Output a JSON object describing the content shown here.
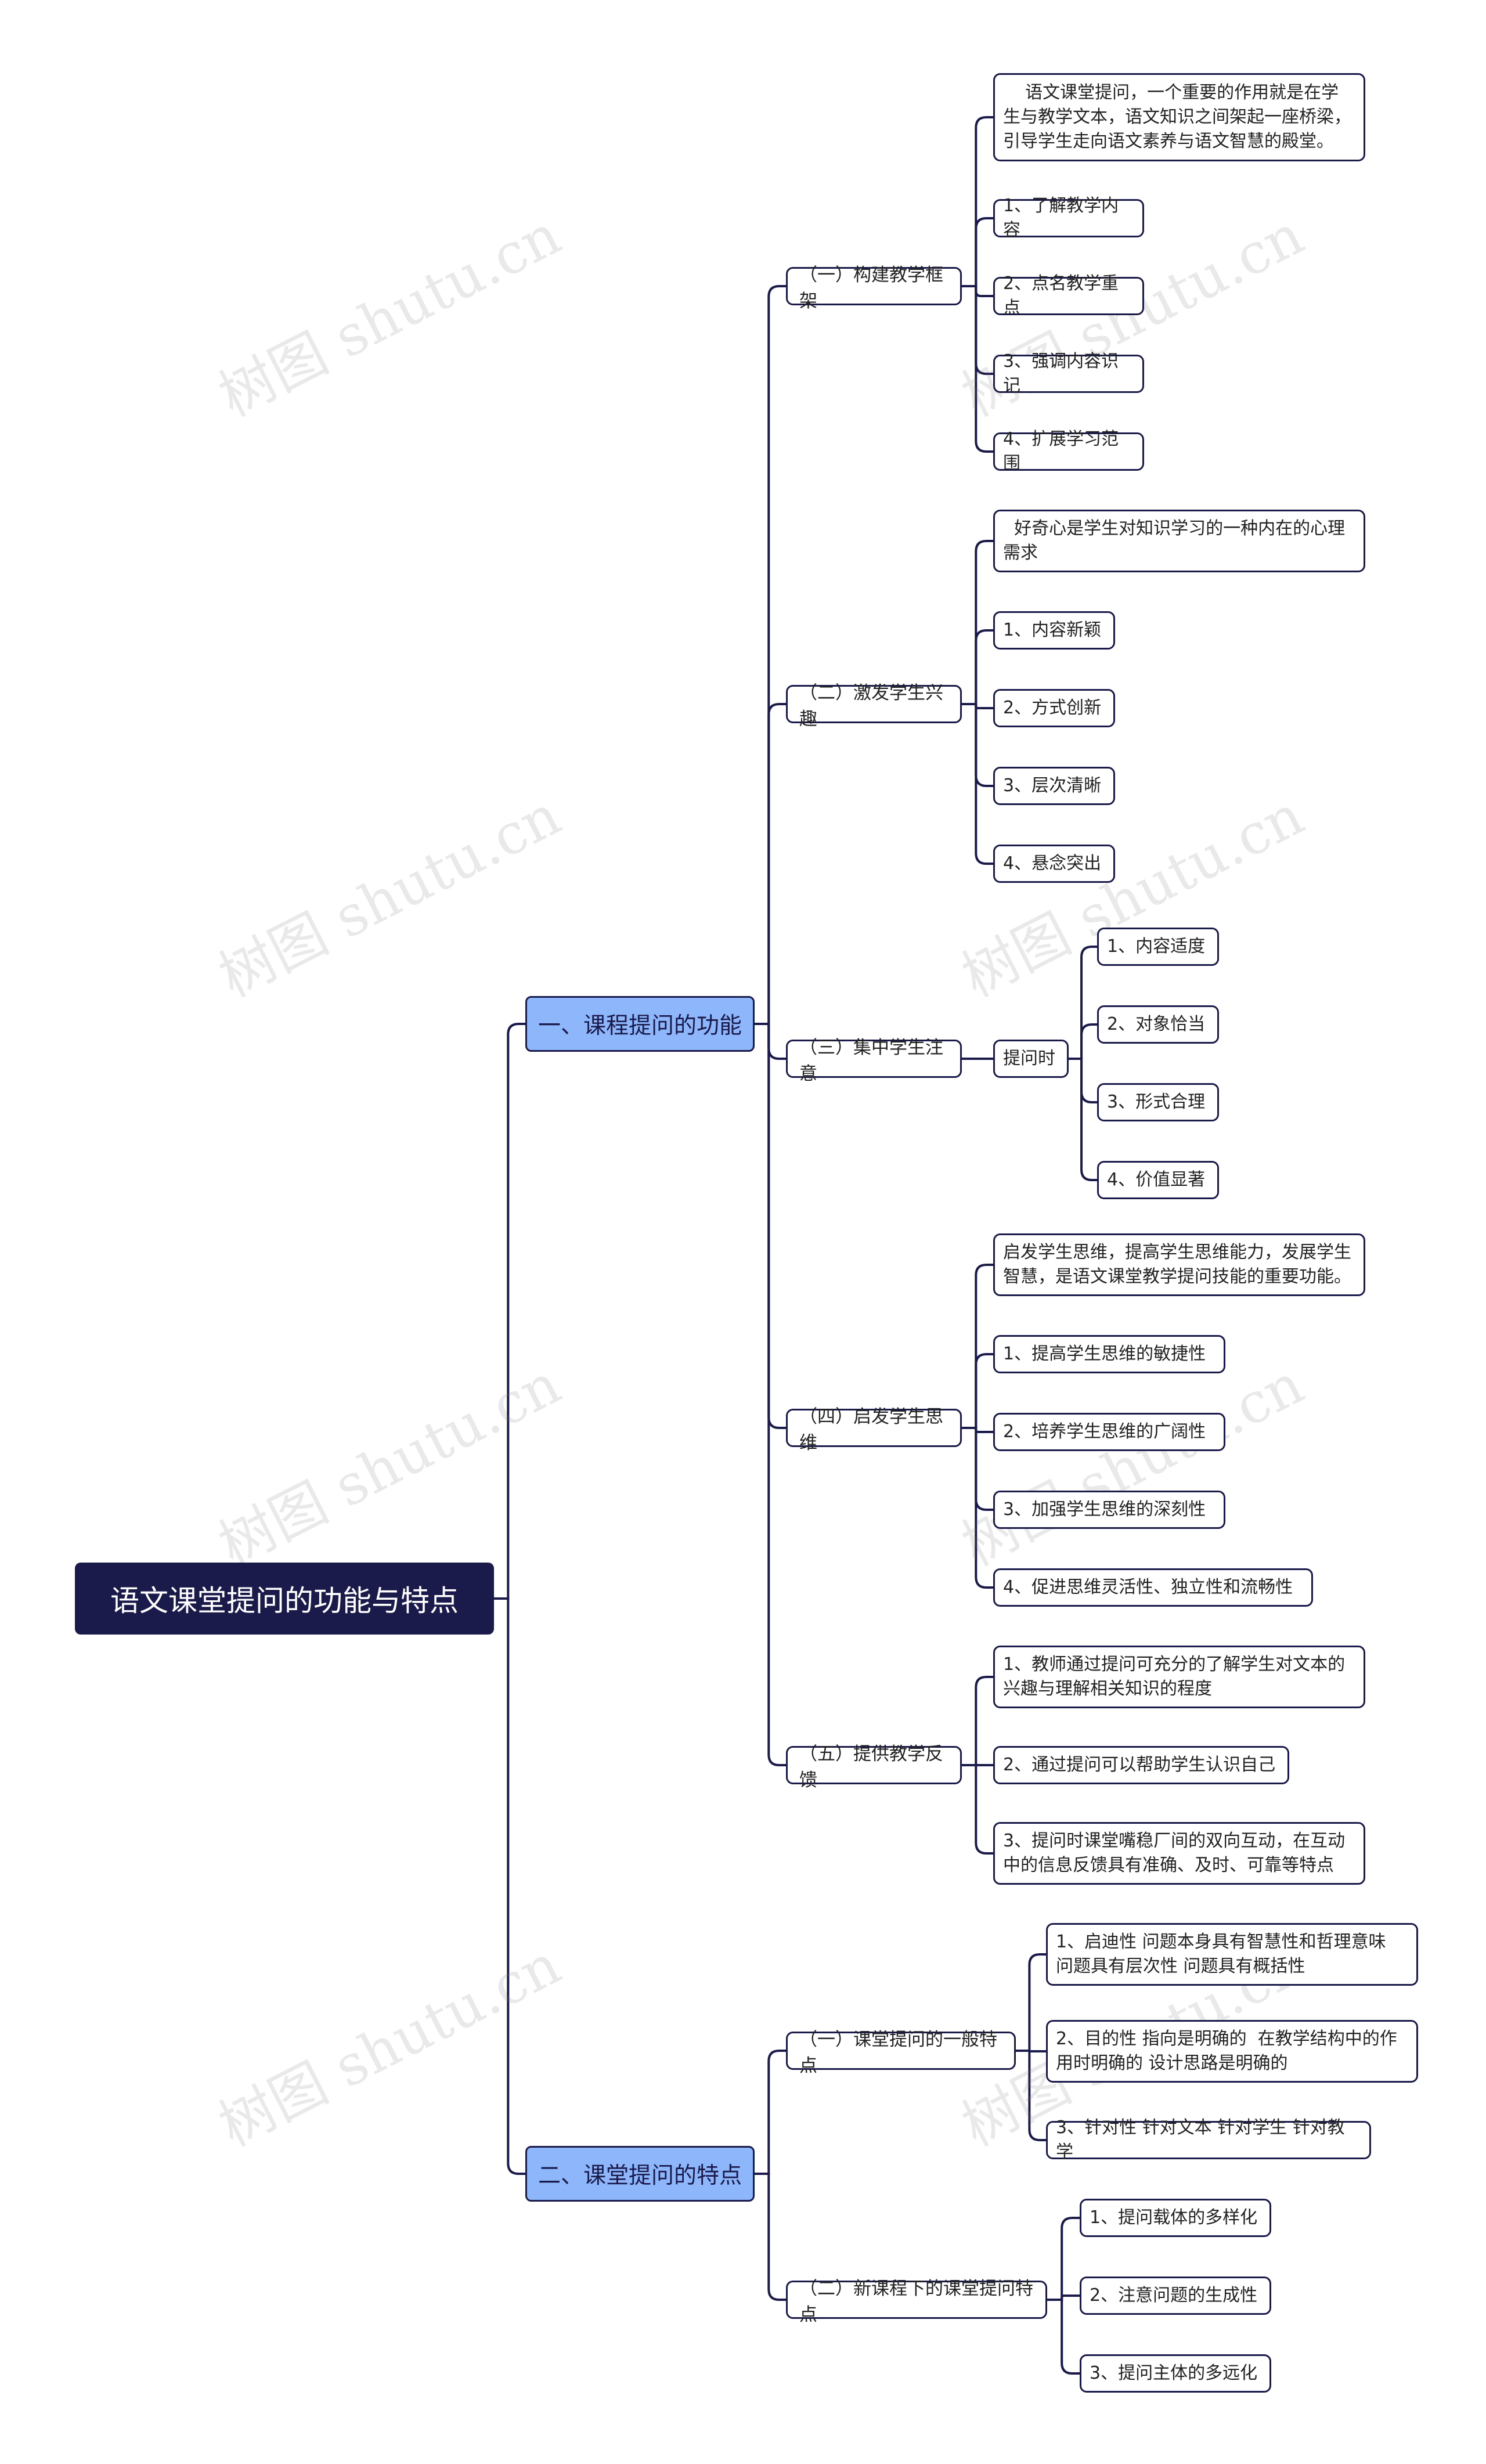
{
  "root": "语文课堂提问的功能与特点",
  "watermark": "树图 shutu.cn",
  "branches": [
    {
      "label": "一、课程提问的功能",
      "children": [
        {
          "label": "（一）构建教学框架",
          "children": [
            "    语文课堂提问，一个重要的作用就是在学生与教学文本，语文知识之间架起一座桥梁，引导学生走向语文素养与语文智慧的殿堂。",
            "1、了解教学内容",
            "2、点名教学重点",
            "3、强调内容识记",
            "4、扩展学习范围"
          ]
        },
        {
          "label": "（二）激发学生兴趣",
          "children": [
            "  好奇心是学生对知识学习的一种内在的心理需求",
            "1、内容新颖",
            "2、方式创新",
            "3、层次清晰",
            "4、悬念突出"
          ]
        },
        {
          "label": "（三）集中学生注意",
          "mid": "提问时",
          "children": [
            "1、内容适度",
            "2、对象恰当",
            "3、形式合理",
            "4、价值显著"
          ]
        },
        {
          "label": "（四）启发学生思维",
          "children": [
            "启发学生思维，提高学生思维能力，发展学生智慧，是语文课堂教学提问技能的重要功能。",
            "1、提高学生思维的敏捷性",
            "2、培养学生思维的广阔性",
            "3、加强学生思维的深刻性",
            "4、促进思维灵活性、独立性和流畅性"
          ]
        },
        {
          "label": "（五）提供教学反馈",
          "children": [
            "1、教师通过提问可充分的了解学生对文本的兴趣与理解相关知识的程度",
            "2、通过提问可以帮助学生认识自己",
            "3、提问时课堂嘴稳厂间的双向互动，在互动中的信息反馈具有准确、及时、可靠等特点"
          ]
        }
      ]
    },
    {
      "label": "二、课堂提问的特点",
      "children": [
        {
          "label": "（一）课堂提问的一般特点",
          "children": [
            "1、启迪性 问题本身具有智慧性和哲理意味 问题具有层次性 问题具有概括性",
            "2、目的性 指向是明确的  在教学结构中的作用时明确的 设计思路是明确的",
            "3、针对性 针对文本 针对学生 针对教学"
          ]
        },
        {
          "label": "（二）新课程下的课堂提问特点",
          "children": [
            "1、提问载体的多样化",
            "2、注意问题的生成性",
            "3、提问主体的多远化"
          ]
        }
      ]
    }
  ]
}
